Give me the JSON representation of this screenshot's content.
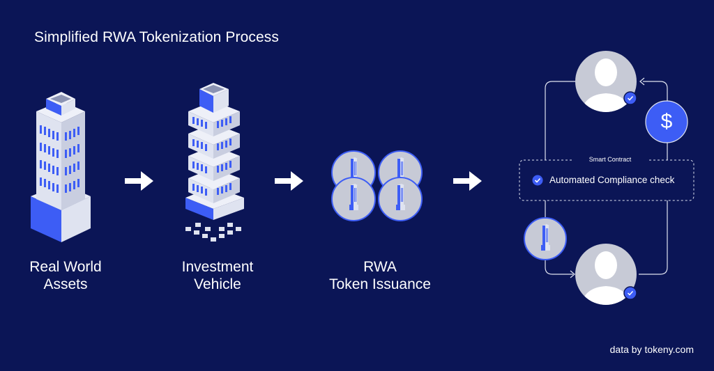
{
  "title": "Simplified RWA Tokenization Process",
  "steps": [
    {
      "line1": "Real World",
      "line2": "Assets"
    },
    {
      "line1": "Investment",
      "line2": "Vehicle"
    },
    {
      "line1": "RWA",
      "line2": "Token Issuance"
    }
  ],
  "smart_contract": {
    "label": "Smart Contract",
    "check_text": "Automated Compliance check"
  },
  "currency_symbol": "$",
  "footer": "data by tokeny.com",
  "colors": {
    "background": "#0b1556",
    "accent_blue": "#3d5df5",
    "building_light": "#dfe3f0",
    "avatar_bg": "#c7cad6"
  }
}
